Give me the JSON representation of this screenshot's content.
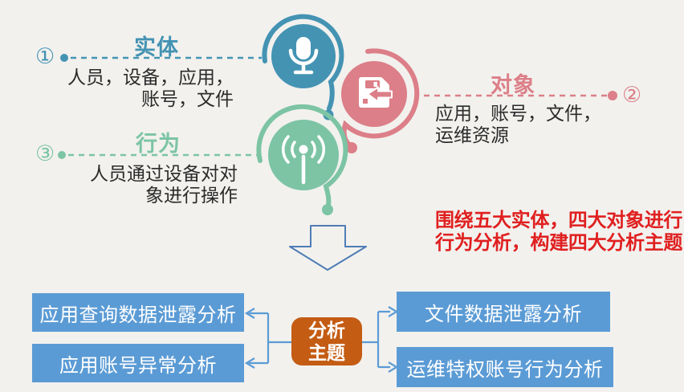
{
  "colors": {
    "bg": "#f2f1ee",
    "teal": "#4493b3",
    "green": "#7cc4a4",
    "pink": "#dc7f88",
    "red": "#e01f1f",
    "dark": "#2b2b2b",
    "box-blue": "#5b9bd5",
    "hub-orange": "#c45c13",
    "arrow-outline": "#4f7cb5"
  },
  "entity": {
    "marker": "①",
    "title": "实体",
    "lines": [
      "人员，设备，应用，",
      "账号，文件"
    ],
    "icon": "microphone-icon"
  },
  "object": {
    "marker": "②",
    "title": "对象",
    "lines": [
      "应用，账号，文件，",
      "运维资源"
    ],
    "icon": "save-floppy-icon"
  },
  "behavior": {
    "marker": "③",
    "title": "行为",
    "lines": [
      "人员通过设备对对",
      "象进行操作"
    ],
    "icon": "broadcast-antenna-icon"
  },
  "note": {
    "lines": [
      "围绕五大实体，四大对象进行",
      "行为分析，构建四大分析主题"
    ]
  },
  "hub": {
    "lines": [
      "分析",
      "主题"
    ]
  },
  "themes": {
    "left": [
      "应用查询数据泄露分析",
      "应用账号异常分析"
    ],
    "right": [
      "文件数据泄露分析",
      "运维特权账号行为分析"
    ]
  }
}
